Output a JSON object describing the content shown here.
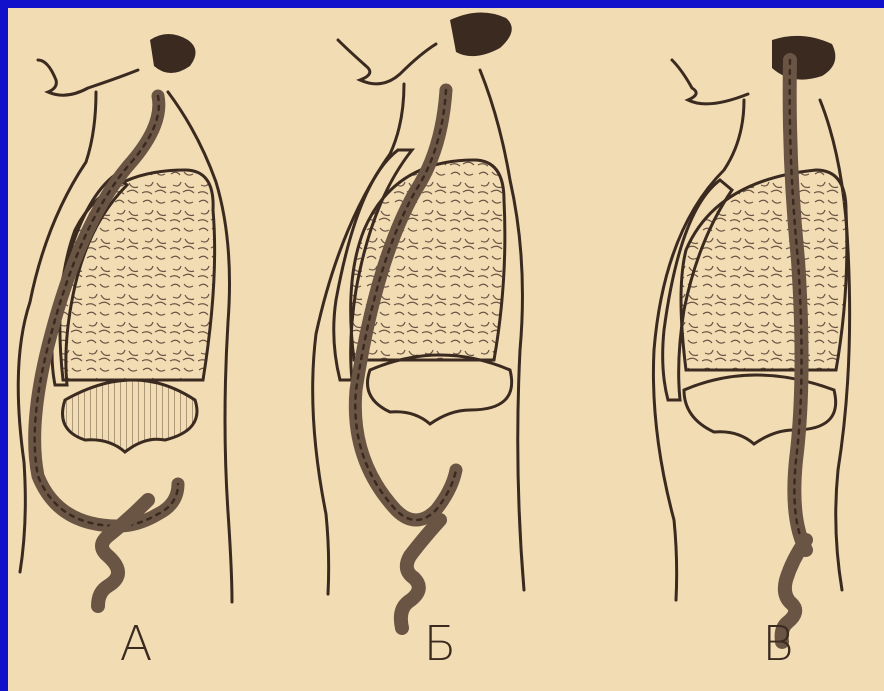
{
  "panels": [
    {
      "label": "А",
      "variant": "a"
    },
    {
      "label": "Б",
      "variant": "b"
    },
    {
      "label": "В",
      "variant": "c"
    }
  ],
  "colors": {
    "border": "#1111cc",
    "paper": "#f2dcb4",
    "ink": "#3b2a20",
    "tube": "#6a5545"
  }
}
